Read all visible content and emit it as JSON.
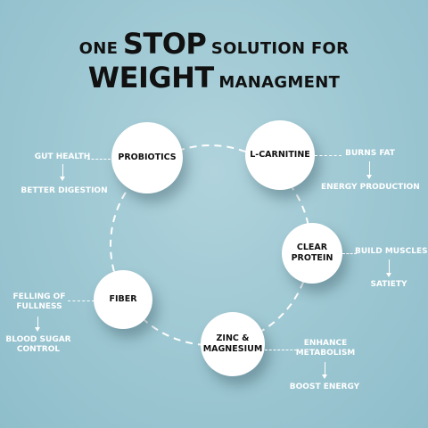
{
  "title": {
    "line1_prefix": "ONE",
    "line1_emph": "STOP",
    "line1_suffix": "SOLUTION FOR",
    "line2_emph": "WEIGHT",
    "line2_suffix": "MANAGMENT"
  },
  "nodes": {
    "probiotics": "PROBIOTICS",
    "lcarnitine": "L-CARNITINE",
    "clear_protein": "CLEAR\nPROTEIN",
    "zinc_magnesium": "ZINC &\nMAGNESIUM",
    "fiber": "FIBER"
  },
  "benefits": {
    "probiotics": [
      "GUT HEALTH",
      "BETTER DIGESTION"
    ],
    "lcarnitine": [
      "BURNS FAT",
      "ENERGY PRODUCTION"
    ],
    "clear_protein": [
      "BUILD MUSCLES",
      "SATIETY"
    ],
    "zinc_magnesium": [
      "ENHANCE\nMETABOLISM",
      "BOOST ENERGY"
    ],
    "fiber": [
      "FELLING OF\nFULLNESS",
      "BLOOD SUGAR\nCONTROL"
    ]
  },
  "colors": {
    "background": "#9cc7d2",
    "node": "#ffffff",
    "text": "#111111",
    "label": "#ffffff"
  }
}
